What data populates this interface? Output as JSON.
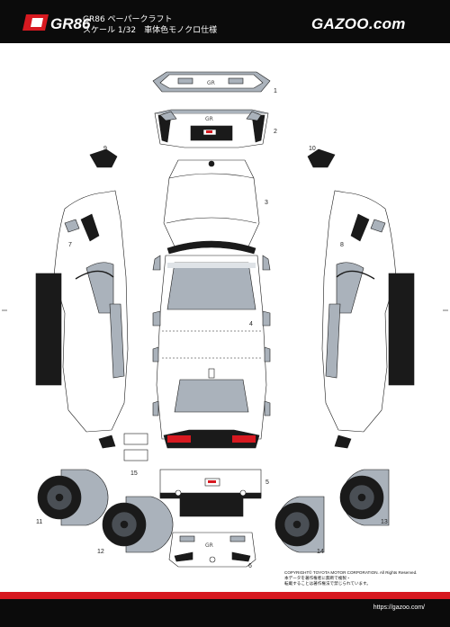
{
  "header": {
    "gr86_logo_text": "GR86",
    "title_line1": "GR86 ペーパークラフト",
    "title_line2": "スケール 1/32　車体色モノクロ仕様",
    "brand": "GAZOO.com"
  },
  "parts": [
    {
      "number": "1"
    },
    {
      "number": "2"
    },
    {
      "number": "3"
    },
    {
      "number": "4"
    },
    {
      "number": "5"
    },
    {
      "number": "6"
    },
    {
      "number": "7"
    },
    {
      "number": "8"
    },
    {
      "number": "9"
    },
    {
      "number": "10"
    },
    {
      "number": "11"
    },
    {
      "number": "12"
    },
    {
      "number": "13"
    },
    {
      "number": "14"
    },
    {
      "number": "15"
    }
  ],
  "copyright": {
    "line1": "COPYRIGHT©  TOYOTA MOTOR CORPORATION. All Rights Reserved.",
    "line2": "本データを著作権者に無断で複製・",
    "line3": "転載することは著作権法で禁じられています。"
  },
  "footer": {
    "url": "https://gazoo.com/"
  },
  "colors": {
    "header_bg": "#0b0b0b",
    "accent_red": "#d71920",
    "body_gray": "#aab2bb",
    "outline": "#1a1a1a"
  }
}
